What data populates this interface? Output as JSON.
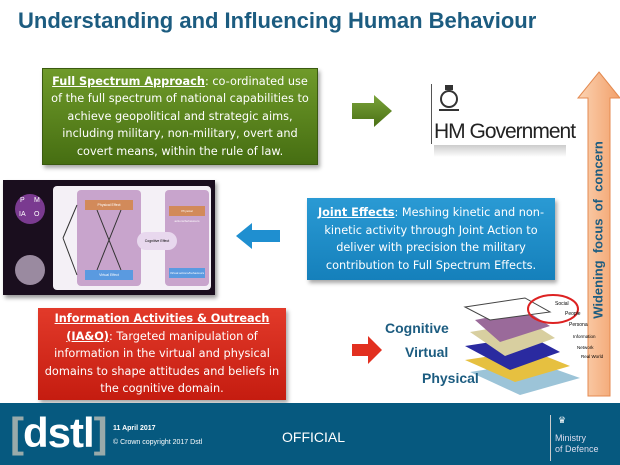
{
  "title": "Understanding and Influencing Human Behaviour",
  "full_spectrum": {
    "heading": "Full Spectrum Approach",
    "text": ": co-ordinated use of the full spectrum of national capabilities to achieve geopolitical and strategic aims, including military, non-military, overt and covert means, within the rule of law."
  },
  "joint_effects": {
    "heading": "Joint Effects",
    "text": ": Meshing  kinetic and non-kinetic activity through Joint Action to deliver with precision the military contribution to  Full Spectrum Effects."
  },
  "ia_o": {
    "heading": "Information Activities & Outreach (IA&O)",
    "text": ": Targeted manipulation of information in the virtual and physical domains to shape attitudes and beliefs in the cognitive domain."
  },
  "hm_government": "HM Government",
  "side_arrow": "Widening  focus  of  concern",
  "layers": {
    "labels": [
      "Cognitive",
      "Virtual",
      "Physical"
    ],
    "tags": [
      "Social",
      "People",
      "Persona",
      "Information",
      "Network",
      "Real World"
    ]
  },
  "diagram": {
    "quadrants": [
      "P",
      "M",
      "IA",
      "O"
    ],
    "boxes": [
      "Physical Effect",
      "Virtual Effect",
      "Cognitive Effect",
      "Physical actions/behaviours",
      "Virtual actions/behaviours"
    ]
  },
  "footer": {
    "logo": "dstl",
    "date": "11 April 2017",
    "copyright": "© Crown copyright 2017 Dstl",
    "classification": "OFFICIAL",
    "mod": [
      "Ministry",
      "of Defence"
    ]
  },
  "colors": {
    "title": "#1c5c80",
    "green": "#5a8420",
    "blue": "#1b8dc8",
    "red": "#d82a1c",
    "footer": "#06597f",
    "orange": "#f6b98a"
  }
}
